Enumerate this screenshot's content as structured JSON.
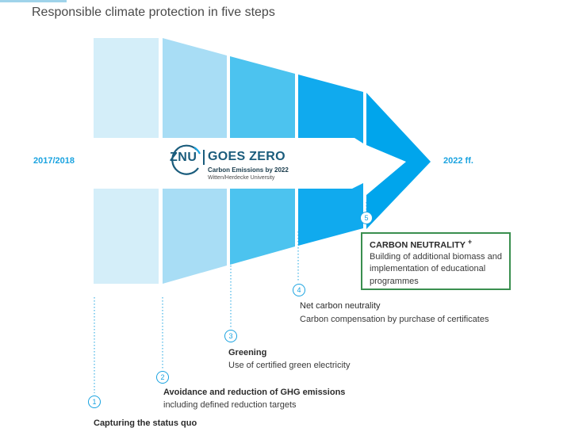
{
  "title": "Responsible climate protection in five steps",
  "years": {
    "start": "2017/2018",
    "end": "2022 ff."
  },
  "logo": {
    "brand": "ZNU",
    "name": "GOES ZERO",
    "tagline": "Carbon Emissions by 2022",
    "university": "Witten/Herdecke University"
  },
  "colors": {
    "step1": "#d4eef9",
    "step2": "#a8ddf5",
    "step3": "#4cc3ef",
    "step4": "#10aaee",
    "step5": "#00a5ec",
    "connector": "#1aa3e0",
    "highlight_border": "#3a8f4f"
  },
  "steps": [
    {
      "number": "1",
      "title": "Capturing the status quo",
      "description": ""
    },
    {
      "number": "2",
      "title": "Avoidance and reduction of GHG emissions",
      "description": "including defined reduction targets"
    },
    {
      "number": "3",
      "title": "Greening",
      "description": "Use of certified green electricity"
    },
    {
      "number": "4",
      "title": "Net carbon neutrality",
      "description": "Carbon compensation by purchase of certificates"
    },
    {
      "number": "5",
      "title": "CARBON NEUTRALITY",
      "title_suffix": "+",
      "description": "Building of additional biomass and implementation of educational programmes"
    }
  ]
}
